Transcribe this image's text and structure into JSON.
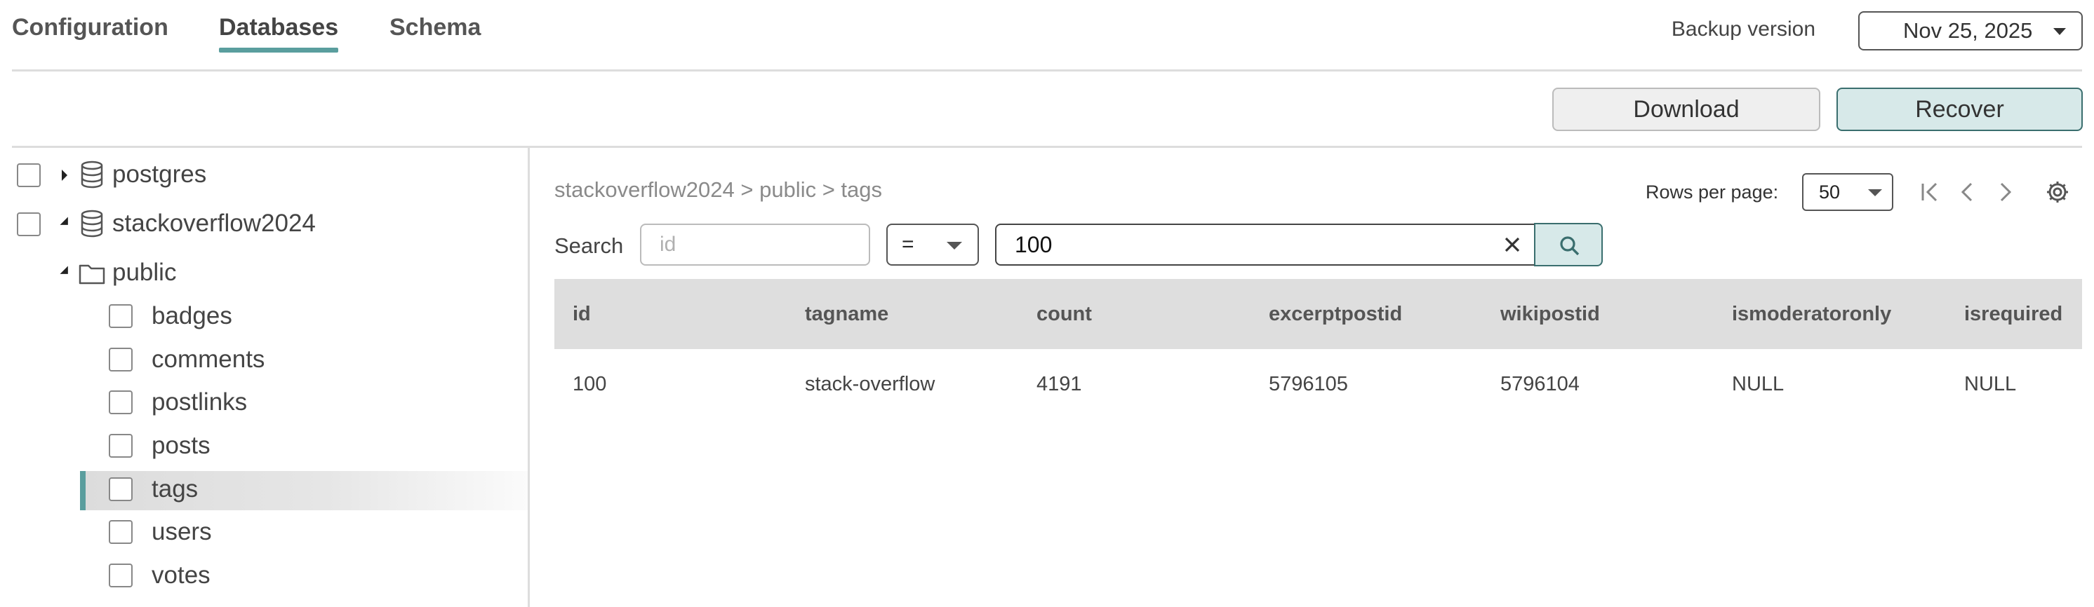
{
  "nav": {
    "tabs": [
      {
        "label": "Configuration",
        "active": false
      },
      {
        "label": "Databases",
        "active": true
      },
      {
        "label": "Schema",
        "active": false
      }
    ],
    "backup_label": "Backup version",
    "backup_value": "Nov 25, 2025"
  },
  "actions": {
    "download_label": "Download",
    "recover_label": "Recover"
  },
  "tree": {
    "databases": [
      {
        "name": "postgres",
        "expanded": false
      },
      {
        "name": "stackoverflow2024",
        "expanded": true
      }
    ],
    "schema": {
      "name": "public",
      "expanded": true
    },
    "tables": [
      "badges",
      "comments",
      "postlinks",
      "posts",
      "tags",
      "users",
      "votes"
    ],
    "selected_table": "tags"
  },
  "panel": {
    "breadcrumb": "stackoverflow2024 > public > tags",
    "rows_per_page_label": "Rows per page:",
    "rows_per_page_value": "50",
    "search_label": "Search",
    "field_placeholder": "id",
    "operator": "=",
    "search_value": "100"
  },
  "table": {
    "columns": [
      "id",
      "tagname",
      "count",
      "excerptpostid",
      "wikipostid",
      "ismoderatoronly",
      "isrequired"
    ],
    "rows": [
      [
        "100",
        "stack-overflow",
        "4191",
        "5796105",
        "5796104",
        "NULL",
        "NULL"
      ]
    ]
  },
  "colors": {
    "accent": "#5a9e9e",
    "button_teal_bg": "#d7e9e9",
    "header_bg": "#dedede"
  }
}
